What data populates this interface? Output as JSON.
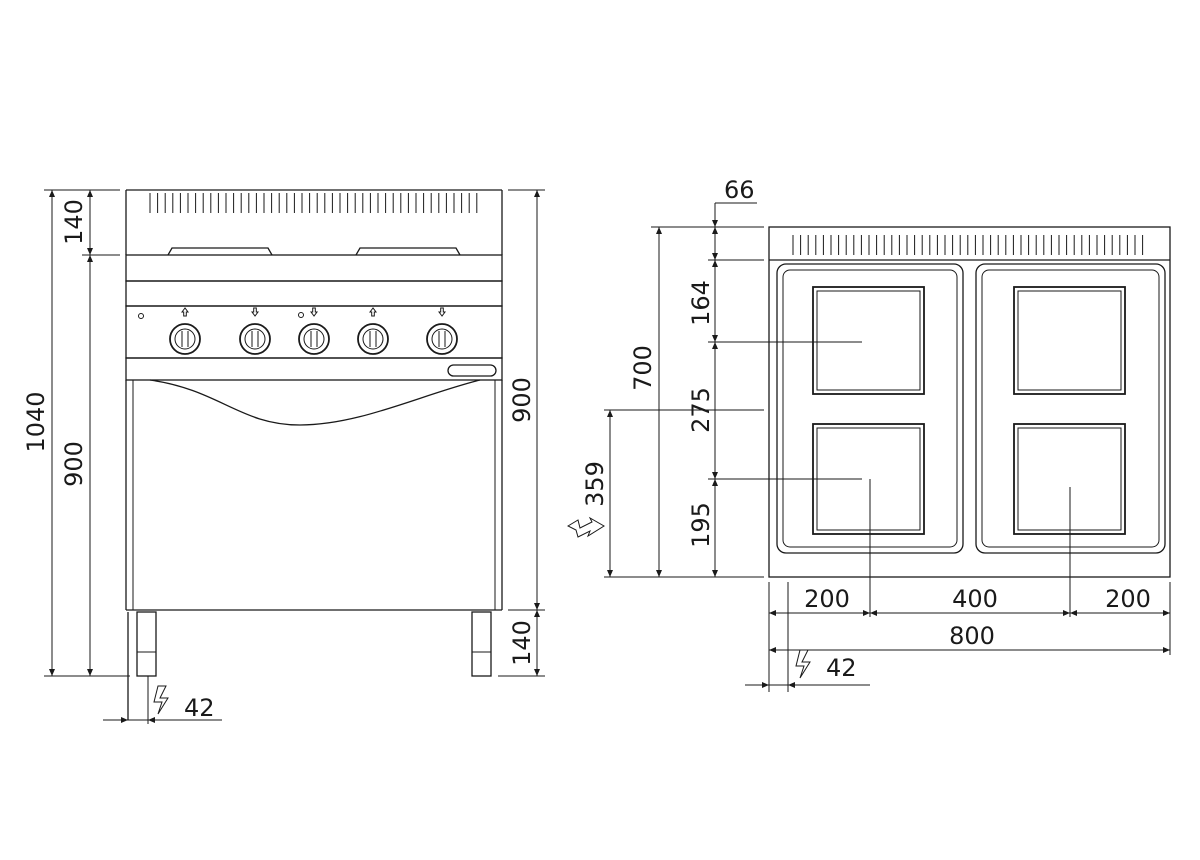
{
  "front_view": {
    "dimensions": {
      "top_backsplash": "140",
      "total_height": "1040",
      "body_height_left": "900",
      "body_height_right": "900",
      "leg_height": "140",
      "power_inlet_offset": "42"
    },
    "knob_count": 5
  },
  "top_view": {
    "dimensions": {
      "backsplash_depth": "66",
      "depth": "700",
      "rear_to_first_axis": "164",
      "axis_spacing": "275",
      "front_to_second_axis": "195",
      "power_inlet_depth": "359",
      "left_offset": "200",
      "axis_width_spacing": "400",
      "right_offset": "200",
      "total_width": "800",
      "power_inlet_offset": "42"
    },
    "hotplate_count": 4
  },
  "colors": {
    "line": "#1a1a1a",
    "background": "#ffffff"
  },
  "icons": {
    "power_inlet": "lightning-arrow-icon",
    "knob_indicator": "arrow-indicator-icon"
  }
}
